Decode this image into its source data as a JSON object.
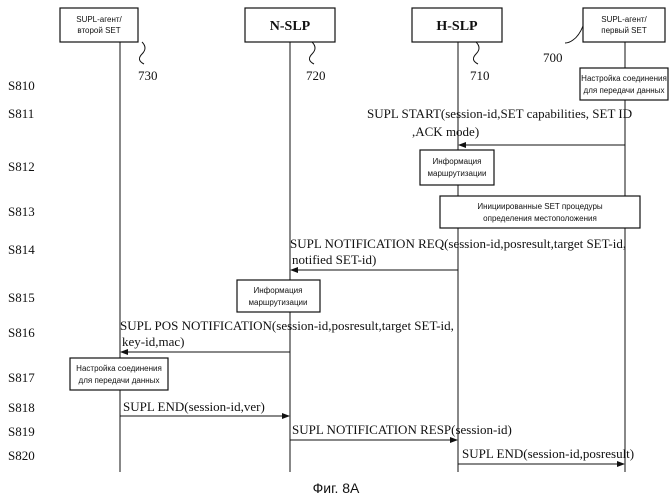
{
  "entities": [
    {
      "line1": "SUPL-агент/",
      "line2": "второй SET",
      "ref": "730"
    },
    {
      "label": "N-SLP",
      "ref": "720"
    },
    {
      "label": "H-SLP",
      "ref": "710"
    },
    {
      "line1": "SUPL-агент/",
      "line2": "первый SET",
      "ref": "700"
    }
  ],
  "steps": [
    "S810",
    "S811",
    "S812",
    "S813",
    "S814",
    "S815",
    "S816",
    "S817",
    "S818",
    "S819",
    "S820"
  ],
  "boxes": {
    "s810": [
      "Настройка соединения",
      "для передачи данных"
    ],
    "s812": [
      "Информация",
      "маршрутизации"
    ],
    "s813": [
      "Инициированные SET процедуры",
      "определения местоположения"
    ],
    "s815": [
      "Информация",
      "маршрутизации"
    ],
    "s817": [
      "Настройка соединения",
      "для передачи данных"
    ]
  },
  "messages": {
    "s811": [
      "SUPL START(session-id,SET capabilities, SET ID",
      ",ACK mode)"
    ],
    "s814": [
      "SUPL NOTIFICATION REQ(session-id,posresult,target SET-id,",
      "notified SET-id)"
    ],
    "s816": [
      "SUPL POS NOTIFICATION(session-id,posresult,target SET-id,",
      "key-id,mac)"
    ],
    "s818": "SUPL END(session-id,ver)",
    "s819": "SUPL NOTIFICATION RESP(session-id)",
    "s820": "SUPL END(session-id,posresult)"
  },
  "caption": "Фиг. 8А"
}
